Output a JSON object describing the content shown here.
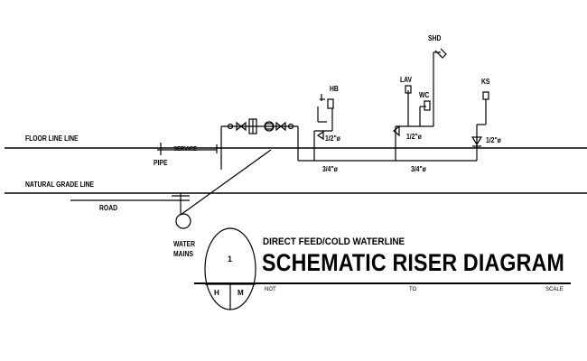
{
  "labels": {
    "floor_line": "FLOOR LINE LINE",
    "natural_grade": "NATURAL GRADE LINE",
    "road": "ROAD",
    "pipe": "PIPE",
    "service": "SERVICE",
    "water_mains_1": "WATER",
    "water_mains_2": "MAINS",
    "fixtures": {
      "hb": "HB",
      "lav": "LAV",
      "wc": "WC",
      "shd": "SHD",
      "ks": "KS"
    },
    "pipe_sizes": {
      "half_1": "1/2\"ø",
      "half_2": "1/2\"ø",
      "half_3": "1/2\"ø",
      "threequarter_1": "3/4\"ø",
      "threequarter_2": "3/4\"ø"
    }
  },
  "title_block": {
    "subtitle": "DIRECT FEED/COLD WATERLINE",
    "title": "SCHEMATIC RISER DIAGRAM",
    "scale_not": "NOT",
    "scale_to": "TO",
    "scale_scale": "SCALE",
    "circle_number": "1",
    "circle_ref_left": "H",
    "circle_ref_right": "M"
  }
}
